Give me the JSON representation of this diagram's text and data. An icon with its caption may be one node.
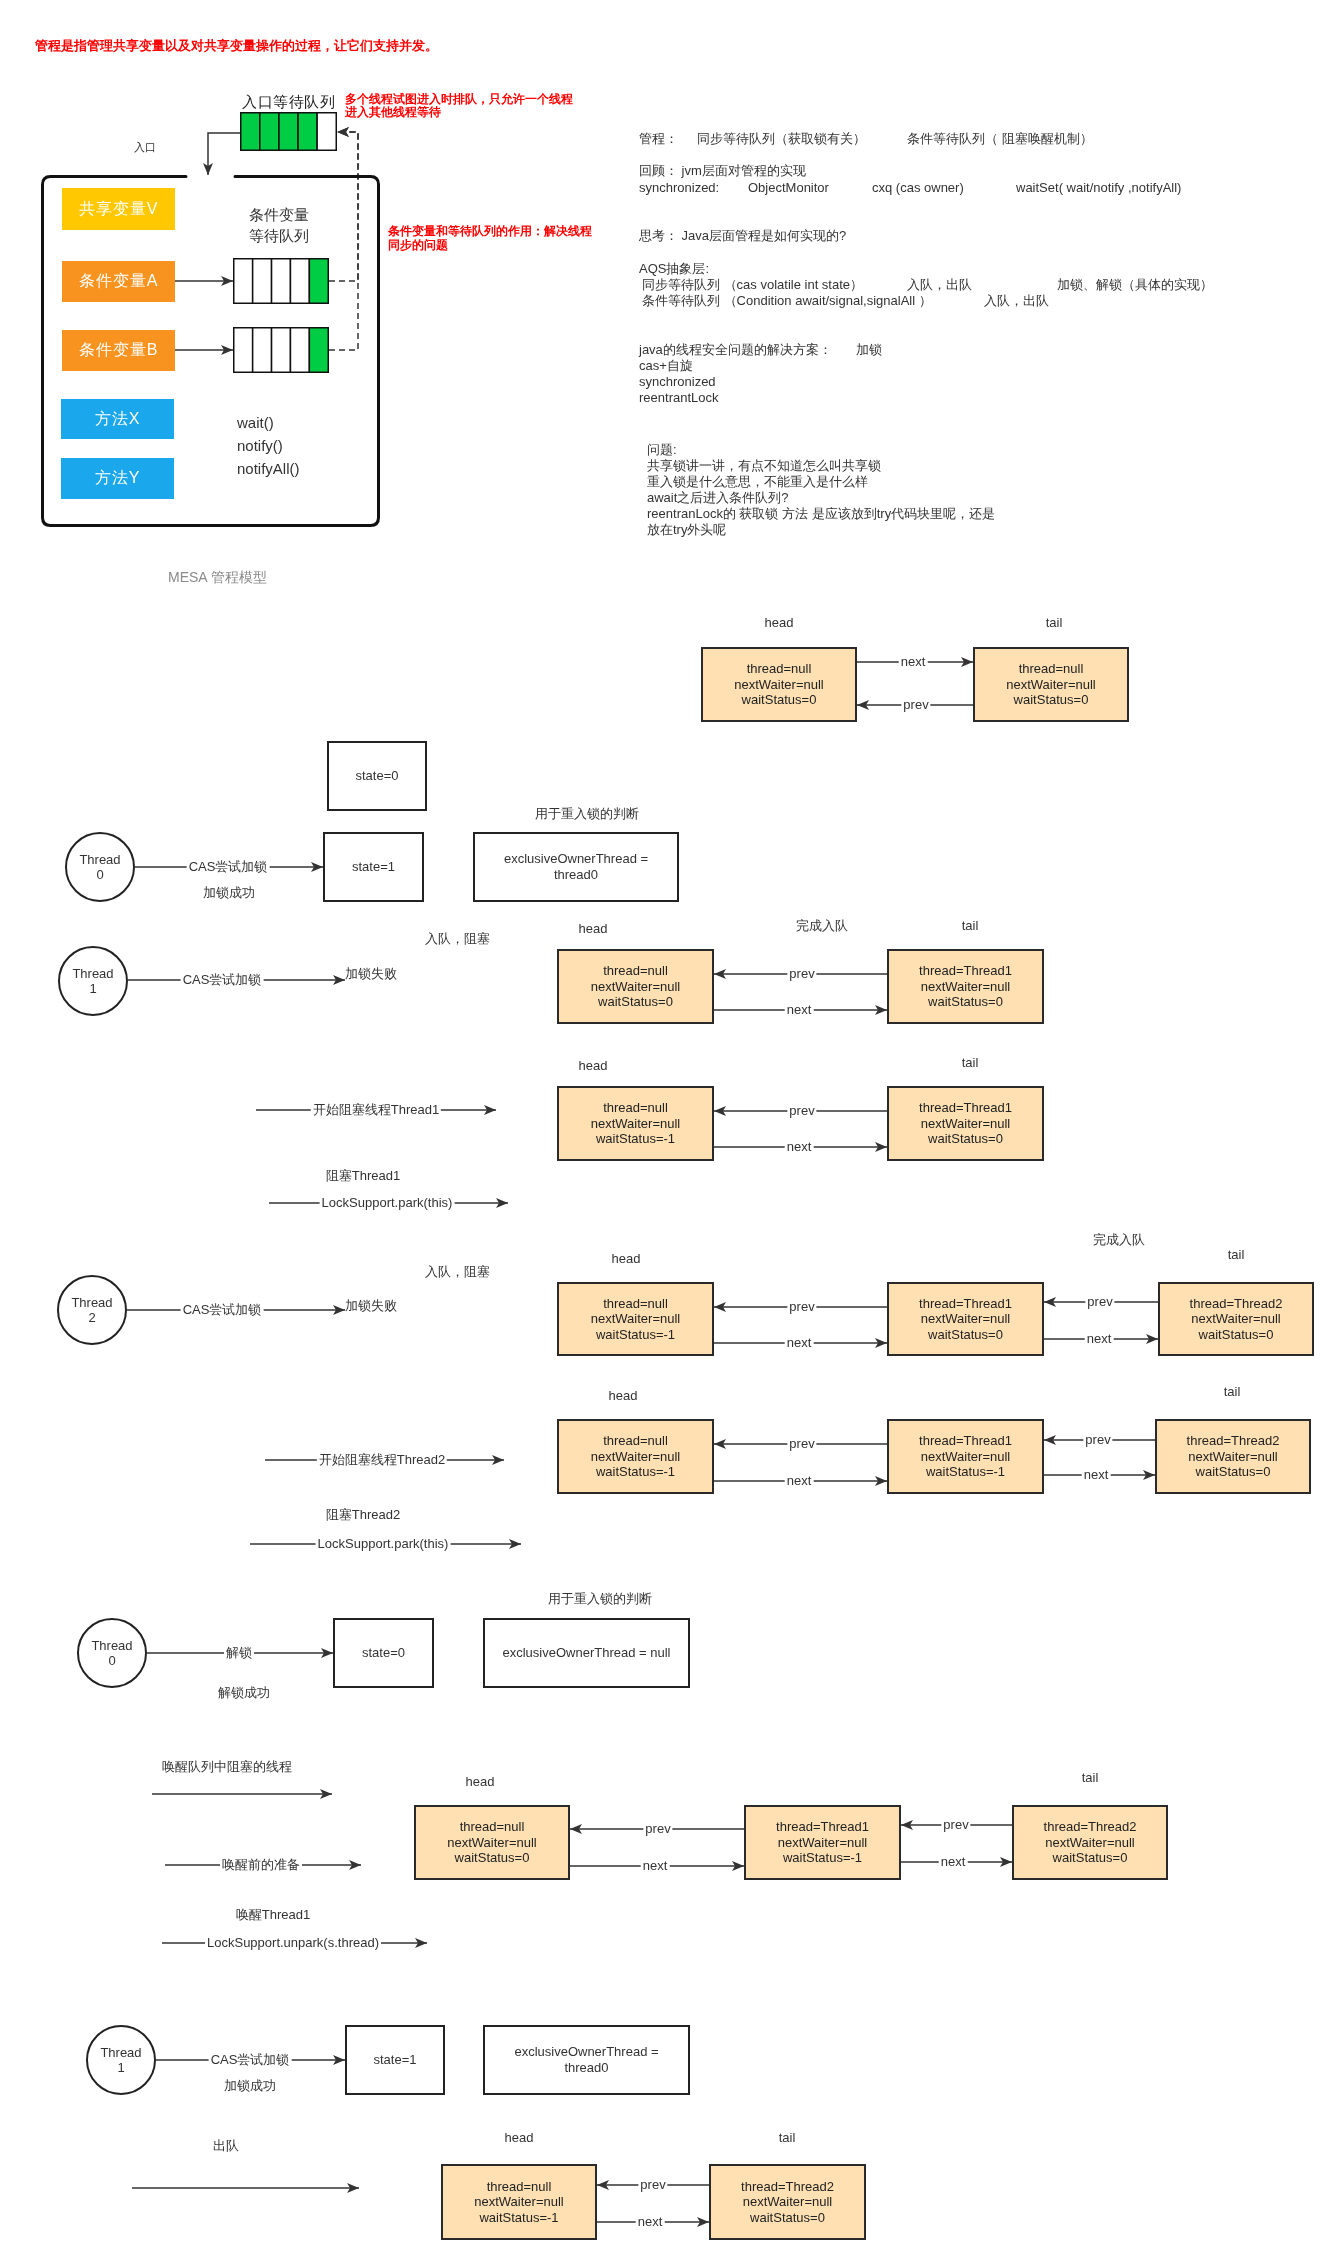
{
  "diagram": {
    "title": "管程是指管理共享变量以及对共享变量操作的过程，让它们支持并发。",
    "nodes": [
      {
        "text": [
          "入口等待队列"
        ],
        "beside": [
          "多个线程试图进入时排队，只允许一个线程进入其他线程等待"
        ]
      },
      {
        "text": [],
        "shape": "box"
      },
      {
        "text": [
          "共享变量V"
        ],
        "in": 1
      },
      {
        "text": [
          "条件变量A"
        ],
        "in": 1
      },
      {
        "text": [],
        "shape": "bar",
        "in": 1
      },
      {
        "text": [
          "条件变量B"
        ],
        "in": 1
      },
      {
        "text": [],
        "shape": "bar",
        "in": 1
      },
      {
        "text": [
          "方法X"
        ],
        "in": 1
      },
      {
        "text": [
          "方法Y"
        ],
        "in": 1
      },
      {
        "text": [
          "thread=null",
          "nextWaiter=null",
          "waitStatus=0"
        ],
        "beside": [
          "head"
        ]
      },
      {
        "text": [
          "thread=null",
          "nextWaiter=null",
          "waitStatus=0"
        ],
        "beside": [
          "tail"
        ]
      },
      {
        "text": [
          "state=0"
        ]
      },
      {
        "text": [
          "Thread 0"
        ]
      },
      {
        "text": [
          "state=1"
        ]
      },
      {
        "text": [
          "exclusiveOwnerThread = thread0"
        ],
        "beside": [
          "用于重入锁的判断"
        ]
      },
      {
        "text": [
          "Thread 1"
        ]
      },
      {
        "text": [
          "加锁失败"
        ]
      },
      {
        "text": [
          "thread=null",
          "nextWaiter=null",
          "waitStatus=0"
        ],
        "beside": [
          "head"
        ]
      },
      {
        "text": [
          "thread=Thread1",
          "nextWaiter=null",
          "waitStatus=0"
        ],
        "beside": [
          "tail"
        ]
      },
      {
        "text": [
          "thread=null",
          "nextWaiter=null",
          "waitStatus=-1"
        ],
        "beside": [
          "head"
        ]
      },
      {
        "text": [
          "thread=Thread1",
          "nextWaiter=null",
          "waitStatus=0"
        ],
        "beside": [
          "tail"
        ]
      },
      {
        "text": [
          "Thread 2"
        ]
      },
      {
        "text": [
          "加锁失败"
        ]
      },
      {
        "text": [
          "thread=null",
          "nextWaiter=null",
          "waitStatus=-1"
        ],
        "beside": [
          "head"
        ]
      },
      {
        "text": [
          "thread=Thread1",
          "nextWaiter=null",
          "waitStatus=0"
        ]
      },
      {
        "text": [
          "thread=Thread2",
          "nextWaiter=null",
          "waitStatus=0"
        ],
        "beside": [
          "tail"
        ]
      },
      {
        "text": [
          "thread=null",
          "nextWaiter=null",
          "waitStatus=-1"
        ],
        "beside": [
          "head"
        ]
      },
      {
        "text": [
          "thread=Thread1",
          "nextWaiter=null",
          "waitStatus=-1"
        ]
      },
      {
        "text": [
          "thread=Thread2",
          "nextWaiter=null",
          "waitStatus=0"
        ],
        "beside": [
          "tail"
        ]
      },
      {
        "text": [
          "Thread 0"
        ]
      },
      {
        "text": [
          "state=0"
        ]
      },
      {
        "text": [
          "exclusiveOwnerThread = null"
        ],
        "beside": [
          "用于重入锁的判断"
        ]
      },
      {
        "text": [
          "thread=null",
          "nextWaiter=null",
          "waitStatus=0"
        ],
        "beside": [
          "head"
        ]
      },
      {
        "text": [
          "thread=Thread1",
          "nextWaiter=null",
          "waitStatus=-1"
        ]
      },
      {
        "text": [
          "thread=Thread2",
          "nextWaiter=null",
          "waitStatus=0"
        ],
        "beside": [
          "tail"
        ]
      },
      {
        "text": [
          "Thread 1"
        ]
      },
      {
        "text": [
          "state=1"
        ]
      },
      {
        "text": [
          "exclusiveOwnerThread = thread0"
        ]
      },
      {
        "text": [
          "thread=null",
          "nextWaiter=null",
          "waitStatus=-1"
        ],
        "beside": [
          "head"
        ]
      },
      {
        "text": [
          "thread=Thread2",
          "nextWaiter=null",
          "waitStatus=0"
        ],
        "beside": [
          "tail"
        ]
      }
    ],
    "edges": [
      {
        "from": 0,
        "to": 1,
        "arrow": "to"
      },
      {
        "from": 3,
        "to": 4,
        "arrow": "to"
      },
      {
        "from": 5,
        "to": 6,
        "arrow": "to"
      },
      {
        "from": 4,
        "to": 0,
        "arrow": "to",
        "style": "dashed"
      },
      {
        "from": 6,
        "to": 0,
        "arrow": "to",
        "style": "dashed"
      },
      {
        "from": 9,
        "to": 10,
        "arrow": "to",
        "label": "next"
      },
      {
        "from": 10,
        "to": 9,
        "arrow": "to",
        "label": "prev"
      },
      {
        "from": 12,
        "to": 13,
        "arrow": "to",
        "label": "CAS尝试加锁"
      },
      {
        "from": 15,
        "to": 16,
        "arrow": "to",
        "label": "CAS尝试加锁"
      },
      {
        "from": 18,
        "to": 17,
        "arrow": "to",
        "label": "prev"
      },
      {
        "from": 17,
        "to": 18,
        "arrow": "to",
        "label": "next"
      },
      {
        "from": 20,
        "to": 19,
        "arrow": "to",
        "label": "prev"
      },
      {
        "from": 19,
        "to": 20,
        "arrow": "to",
        "label": "next"
      },
      {
        "from": 21,
        "to": 22,
        "arrow": "to",
        "label": "CAS尝试加锁"
      },
      {
        "from": 24,
        "to": 23,
        "arrow": "to",
        "label": "prev"
      },
      {
        "from": 23,
        "to": 24,
        "arrow": "to",
        "label": "next"
      },
      {
        "from": 25,
        "to": 24,
        "arrow": "to",
        "label": "prev"
      },
      {
        "from": 24,
        "to": 25,
        "arrow": "to",
        "label": "next"
      },
      {
        "from": 27,
        "to": 26,
        "arrow": "to",
        "label": "prev"
      },
      {
        "from": 26,
        "to": 27,
        "arrow": "to",
        "label": "next"
      },
      {
        "from": 28,
        "to": 27,
        "arrow": "to",
        "label": "prev"
      },
      {
        "from": 27,
        "to": 28,
        "arrow": "to",
        "label": "next"
      },
      {
        "from": 29,
        "to": 30,
        "arrow": "to",
        "label": "解锁"
      },
      {
        "from": 33,
        "to": 32,
        "arrow": "to",
        "label": "prev"
      },
      {
        "from": 32,
        "to": 33,
        "arrow": "to",
        "label": "next"
      },
      {
        "from": 34,
        "to": 33,
        "arrow": "to",
        "label": "prev"
      },
      {
        "from": 33,
        "to": 34,
        "arrow": "to",
        "label": "next"
      },
      {
        "from": 35,
        "to": 36,
        "arrow": "to",
        "label": "CAS尝试加锁"
      },
      {
        "from": 39,
        "to": 38,
        "arrow": "to",
        "label": "prev"
      },
      {
        "from": 38,
        "to": 39,
        "arrow": "to",
        "label": "next"
      }
    ],
    "labels": [
      "入口",
      "条件变量等待队列",
      "条件变量和等待队列的作用：解决线程同步的问题",
      "wait()",
      "notify()",
      "notifyAll()",
      "MESA 管程模型",
      "管程：",
      "同步等待队列（获取锁有关）",
      "条件等待队列（ 阻塞唤醒机制）",
      "回顾： jvm层面对管程的实现",
      "synchronized:",
      "ObjectMonitor",
      "cxq (cas owner)",
      "waitSet( wait/notify ,notifyAll)",
      "思考： Java层面管程是如何实现的?",
      "AQS抽象层:",
      "同步等待队列 （cas volatile int state）",
      "入队，出队",
      "加锁、解锁（具体的实现）",
      "条件等待队列 （Condition await/signal,signalAll ）",
      "入队，出队",
      "java的线程安全问题的解决方案：",
      "加锁",
      "cas+自旋",
      "synchronized",
      "reentrantLock",
      "问题:",
      "共享锁讲一讲，有点不知道怎么叫共享锁",
      "重入锁是什么意思，不能重入是什么样",
      "await之后进入条件队列?",
      "reentranLock的 获取锁 方法 是应该放到try代码块里呢，还是放在try外头呢",
      "加锁成功",
      "完成入队",
      "入队，阻塞",
      "开始阻塞线程Thread1",
      "阻塞Thread1",
      "LockSupport.park(this)",
      "完成入队",
      "入队，阻塞",
      "开始阻塞线程Thread2",
      "阻塞Thread2",
      "LockSupport.park(this)",
      "解锁成功",
      "唤醒队列中阻塞的线程",
      "唤醒前的准备",
      "唤醒Thread1",
      "LockSupport.unpark(s.thread)",
      "加锁成功",
      "出队"
    ]
  }
}
